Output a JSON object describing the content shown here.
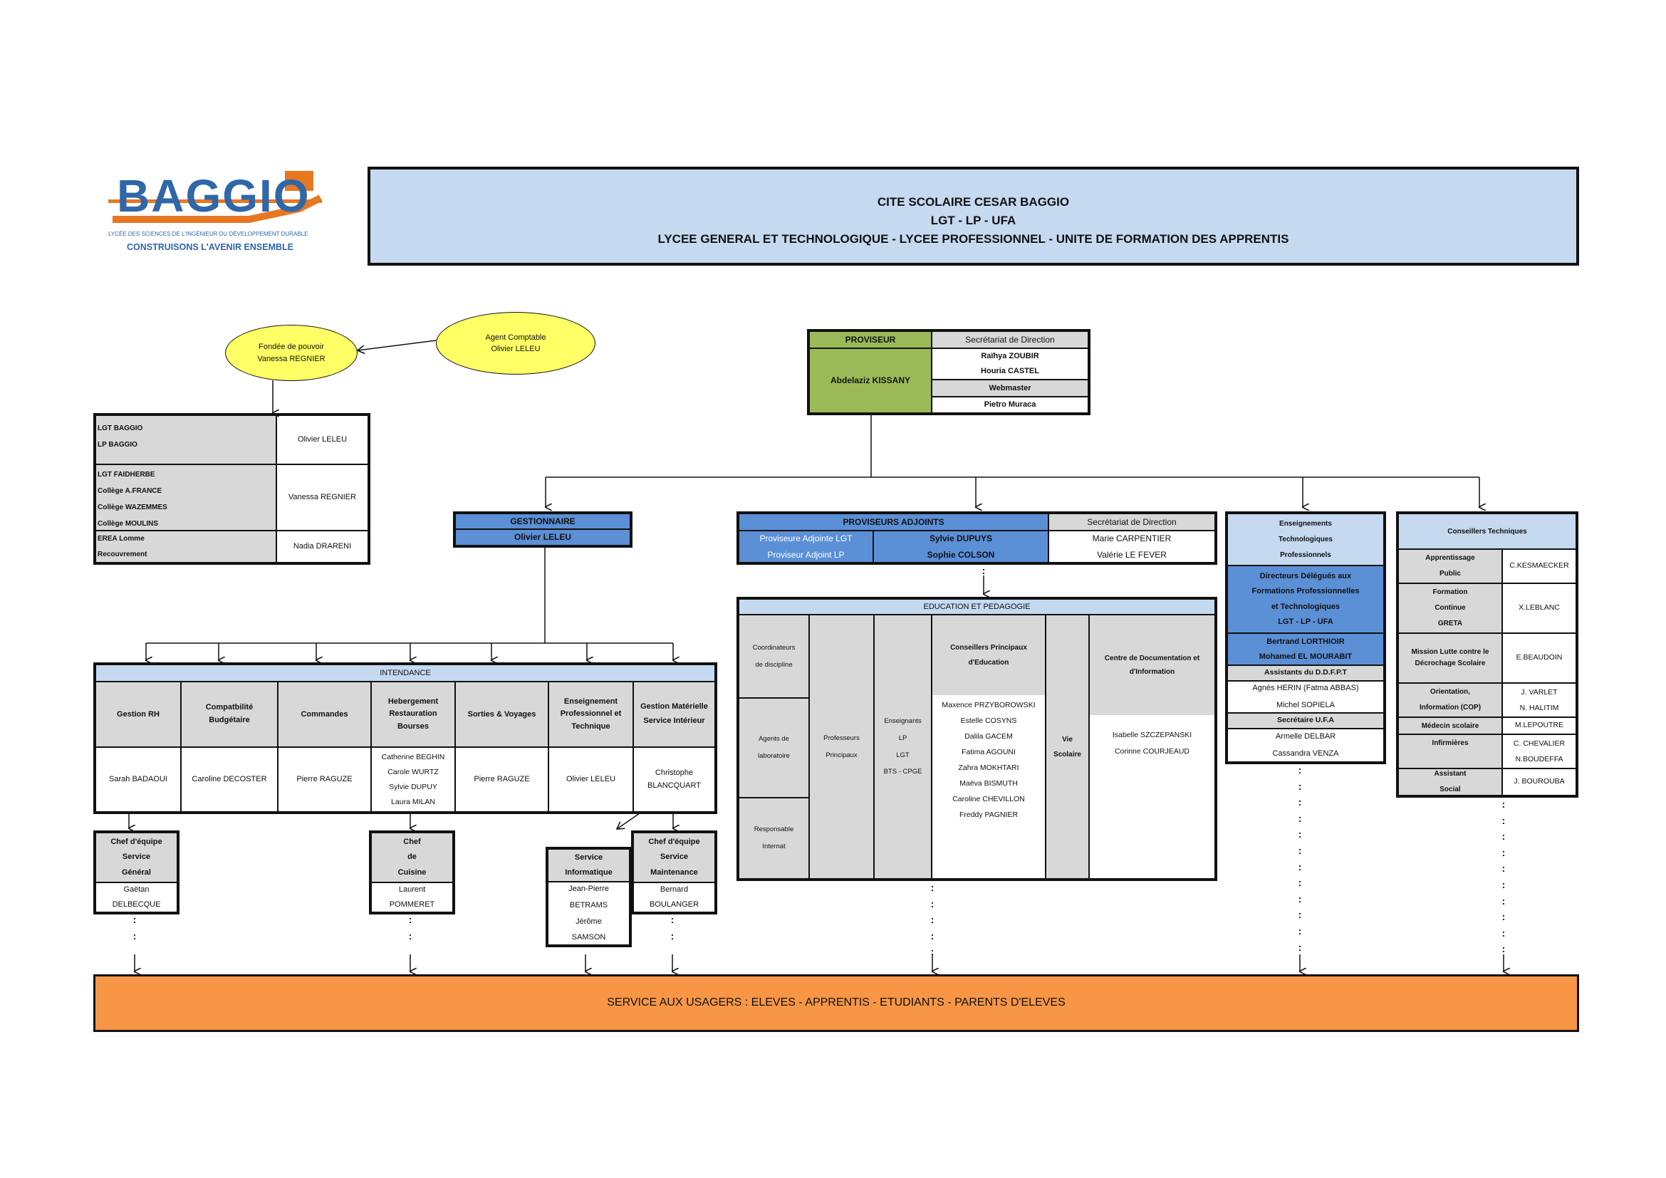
{
  "logo": {
    "word": "BAGGIO",
    "subtitle": "LYCÉE DES SCIENCES DE L'INGÉNIEUR DU DÉVELOPPEMENT DURABLE",
    "tagline": "CONSTRUISONS L'AVENIR ENSEMBLE"
  },
  "header": {
    "line1": "CITE SCOLAIRE CESAR BAGGIO",
    "line2": "LGT - LP - UFA",
    "line3": "LYCEE GENERAL ET TECHNOLOGIQUE - LYCEE PROFESSIONNEL - UNITE DE FORMATION DES APPRENTIS"
  },
  "ellipses": {
    "fondee": "Fondée de pouvoir\nVanessa REGNIER",
    "agent": "Agent Comptable\nOlivier LELEU"
  },
  "establishments": [
    {
      "name": "LGT BAGGIO\nLP BAGGIO",
      "person": "Olivier LELEU"
    },
    {
      "name": "LGT FAIDHERBE\nCollège A.FRANCE\nCollège WAZEMMES\nCollège MOULINS",
      "person": "Vanessa REGNIER"
    },
    {
      "name": "EREA Lomme\nRecouvrement",
      "person": "Nadia DRARENI"
    }
  ],
  "proviseur": {
    "title": "PROVISEUR",
    "name": "Abdelaziz KISSANY",
    "secretariat_label": "Secrétariat de Direction",
    "secretaries": "Raïhya ZOUBIR\nHouria CASTEL",
    "webmaster_label": "Webmaster",
    "webmaster": "Pietro Muraca"
  },
  "gestionnaire": {
    "title": "GESTIONNAIRE",
    "name": "Olivier LELEU"
  },
  "adjoints": {
    "title": "PROVISEURS ADJOINTS",
    "roles": "Proviseure Adjointe LGT\nProviseur Adjoint LP",
    "names": "Sylvie DUPUYS\nSophie COLSON",
    "secretariat_label": "Secrétariat de Direction",
    "secretaries": "Marie CARPENTIER\nValérie LE FEVER"
  },
  "etp": {
    "title": "Enseignements\nTechnologiques\nProfessionnels",
    "directors_title": "Directeurs Délégués aux\nFormations Professionnelles\net Technologiques\nLGT - LP - UFA",
    "directors": "Bertrand LORTHIOIR\nMohamed EL MOURABIT",
    "assistants_label": "Assistants du D.D.F.P.T",
    "assistants": "Agnès HERIN (Fatma ABBAS)\nMichel SOPIELA",
    "ufa_label": "Secrétaire U.F.A",
    "ufa": "Armelle DELBAR\nCassandra VENZA"
  },
  "conseillers": {
    "title": "Conseillers Techniques",
    "rows": [
      {
        "role": "Apprentissage\nPublic",
        "person": "C.KESMAECKER"
      },
      {
        "role": "Formation\nContinue\nGRETA",
        "person": "X.LEBLANC"
      },
      {
        "role": "Mission Lutte contre le\nDécrochage Scolaire",
        "person": "E.BEAUDOIN"
      },
      {
        "role": "Orientation,\nInformation (COP)",
        "person": "J. VARLET\nN. HALITIM"
      },
      {
        "role": "Médecin scolaire",
        "person": "M.LEPOUTRE"
      },
      {
        "role": "Infirmières",
        "person": "C. CHEVALIER\nN.BOUDEFFA"
      },
      {
        "role": "Assistant\nSocial",
        "person": "J. BOUROUBA"
      }
    ]
  },
  "education": {
    "title": "EDUCATION ET PEDAGOGIE",
    "col1": [
      "Coordinateurs\nde discipline",
      "Agents de\nlaboratoire",
      "Responsable\nInternat"
    ],
    "col2": "Professeurs\nPrincipaux",
    "col3": "Enseignants\nLP\nLGT\nBTS - CPGE",
    "cpe_title": "Conseillers Principaux\nd'Education",
    "cpe_names": "Maxence PRZYBOROWSKI\nEstelle COSYNS\nDalila GACEM\nFatima AGOUNI\nZahra MOKHTARI\nMaëva BISMUTH\nCaroline CHEVILLON\nFreddy PAGNIER",
    "vie": "Vie\nScolaire",
    "cdi_title": "Centre de Documentation    et\nd'Information",
    "cdi_names": "Isabelle SZCZEPANSKI\nCorinne COURJEAUD"
  },
  "intendance": {
    "title": "INTENDANCE",
    "services": [
      {
        "title": "Gestion RH",
        "person": "Sarah BADAOUI"
      },
      {
        "title": "Compatbilité\nBudgétaire",
        "person": "Caroline DECOSTER"
      },
      {
        "title": "Commandes",
        "person": "Pierre RAGUZE"
      },
      {
        "title": "Hebergement\nRestauration\nBourses",
        "person": "Catherine BEGHIN\nCarole WURTZ\nSylvie DUPUY\nLaura MILAN"
      },
      {
        "title": "Sorties & Voyages",
        "person": "Pierre RAGUZE"
      },
      {
        "title": "Enseignement\nProfessionnel et\nTechnique",
        "person": "Olivier LELEU"
      },
      {
        "title": "Gestion Matérielle\nService Intérieur",
        "person": "Christophe\nBLANCQUART"
      }
    ]
  },
  "teams": [
    {
      "title": "Chef d'équipe\nService\nGénéral",
      "person": "Gaëtan\nDELBECQUE"
    },
    {
      "title": "Chef\nde\nCuisine",
      "person": "Laurent\nPOMMERET"
    },
    {
      "title": "Service\nInformatique",
      "person": "Jean-Pierre\nBETRAMS\nJérôme\nSAMSON"
    },
    {
      "title": "Chef d'équipe\nService\nMaintenance",
      "person": "Bernard\nBOULANGER"
    }
  ],
  "footer": "SERVICE AUX USAGERS : ELEVES - APPRENTIS -  ETUDIANTS -  PARENTS D'ELEVES",
  "colors": {
    "header_bg": "#c5d9f1",
    "proviseur": "#9bbb59",
    "blue_box": "#5b8fd6",
    "footer": "#f79646",
    "ellipse": "#ffff66",
    "gray": "#d8d8d8"
  }
}
